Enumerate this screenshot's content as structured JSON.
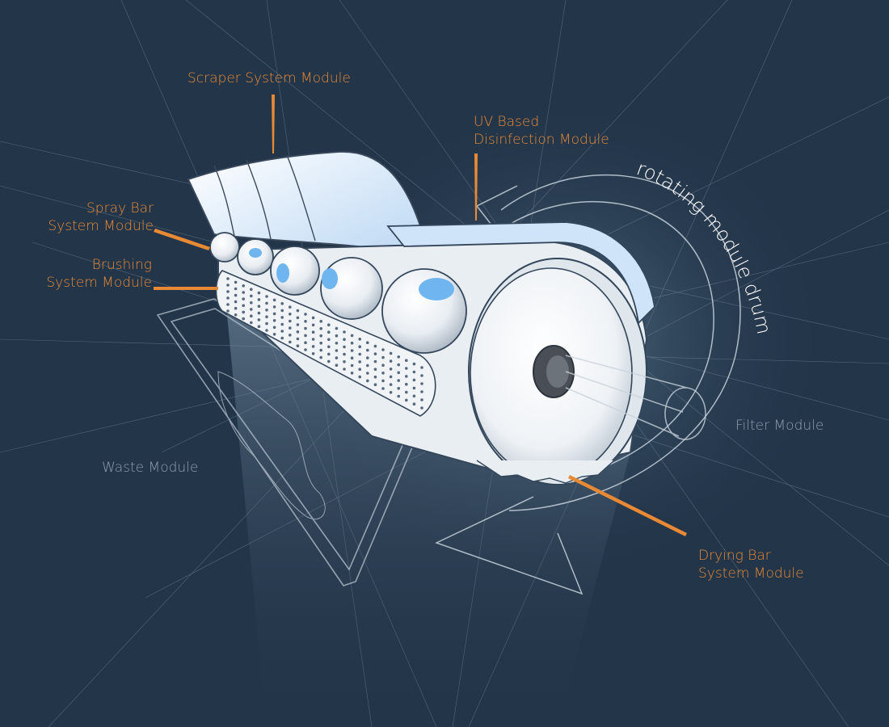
{
  "colors": {
    "background": "#233549",
    "label_accent": "#e88a35",
    "label_muted": "#8f9fae",
    "drum_white": "#ffffff",
    "drum_blue": "#6fb6f0",
    "line_grey": "#9fb0c0"
  },
  "labels": {
    "scraper": "Scraper System Module",
    "uv_line1": "UV Based",
    "uv_line2": "Disinfection Module",
    "spray_line1": "Spray Bar",
    "spray_line2": "System Module",
    "brushing_line1": "Brushing",
    "brushing_line2": "System Module",
    "waste": "Waste Module",
    "filter": "Filter Module",
    "drying_line1": "Drying Bar",
    "drying_line2": "System Module",
    "drum": "rotating module drum"
  }
}
